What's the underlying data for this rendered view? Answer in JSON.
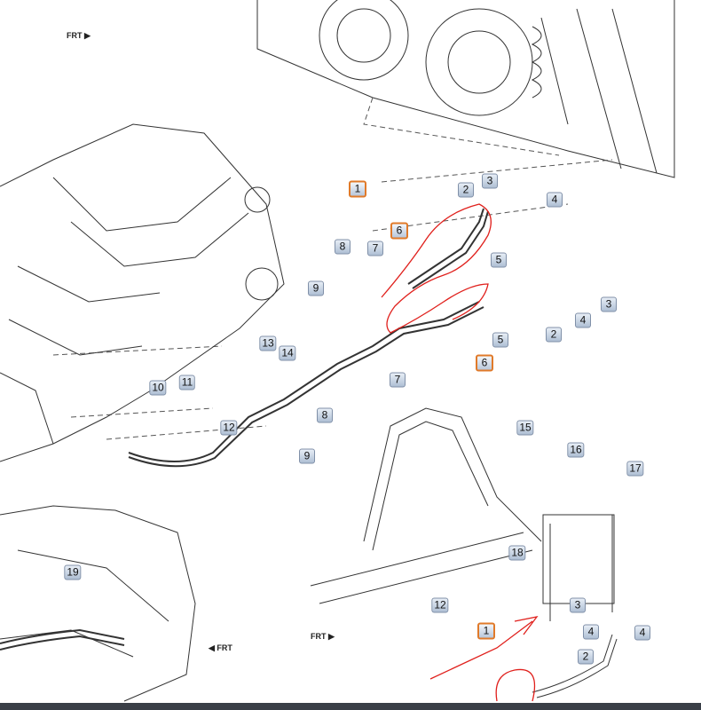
{
  "diagram": {
    "frt_label": "FRT",
    "callouts": [
      {
        "id": "c1",
        "text": "1",
        "highlighted": true
      },
      {
        "id": "c2",
        "text": "2",
        "highlighted": false
      },
      {
        "id": "c3",
        "text": "3",
        "highlighted": false
      },
      {
        "id": "c4",
        "text": "4",
        "highlighted": false
      },
      {
        "id": "c6",
        "text": "6",
        "highlighted": true
      },
      {
        "id": "c7",
        "text": "7",
        "highlighted": false
      },
      {
        "id": "c5",
        "text": "5",
        "highlighted": false
      },
      {
        "id": "c8",
        "text": "8",
        "highlighted": false
      },
      {
        "id": "c9",
        "text": "9",
        "highlighted": false
      },
      {
        "id": "c3b",
        "text": "3",
        "highlighted": false
      },
      {
        "id": "c4b",
        "text": "4",
        "highlighted": false
      },
      {
        "id": "c2b",
        "text": "2",
        "highlighted": false
      },
      {
        "id": "c5b",
        "text": "5",
        "highlighted": false
      },
      {
        "id": "c6b",
        "text": "6",
        "highlighted": true
      },
      {
        "id": "c7b",
        "text": "7",
        "highlighted": false
      },
      {
        "id": "c13",
        "text": "13",
        "highlighted": false
      },
      {
        "id": "c14",
        "text": "14",
        "highlighted": false
      },
      {
        "id": "c10",
        "text": "10",
        "highlighted": false
      },
      {
        "id": "c11",
        "text": "11",
        "highlighted": false
      },
      {
        "id": "c12",
        "text": "12",
        "highlighted": false
      },
      {
        "id": "c8b",
        "text": "8",
        "highlighted": false
      },
      {
        "id": "c9b",
        "text": "9",
        "highlighted": false
      },
      {
        "id": "c15",
        "text": "15",
        "highlighted": false
      },
      {
        "id": "c16",
        "text": "16",
        "highlighted": false
      },
      {
        "id": "c17",
        "text": "17",
        "highlighted": false
      },
      {
        "id": "c18",
        "text": "18",
        "highlighted": false
      },
      {
        "id": "c3c",
        "text": "3",
        "highlighted": false
      },
      {
        "id": "c4c",
        "text": "4",
        "highlighted": false
      },
      {
        "id": "c4d",
        "text": "4",
        "highlighted": false
      },
      {
        "id": "c2c",
        "text": "2",
        "highlighted": false
      },
      {
        "id": "c1b",
        "text": "1",
        "highlighted": true
      },
      {
        "id": "c12b",
        "text": "12",
        "highlighted": false
      },
      {
        "id": "c19",
        "text": "19",
        "highlighted": false
      }
    ],
    "colors": {
      "line": "#333333",
      "annotation": "#e0201c",
      "highlight": "#e07a2a"
    }
  }
}
